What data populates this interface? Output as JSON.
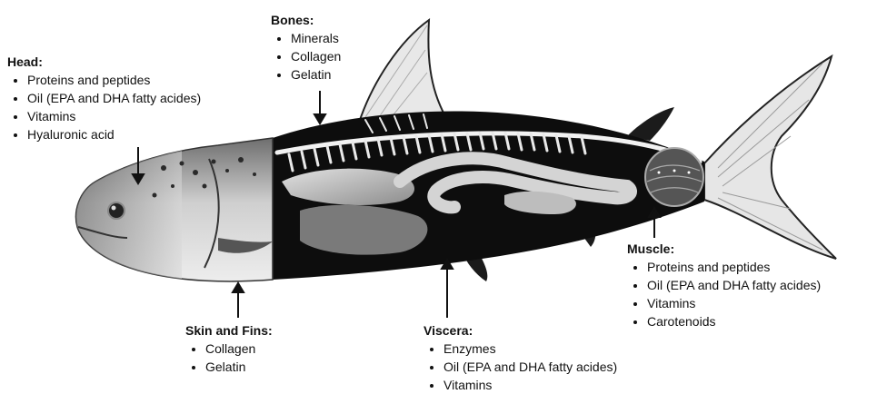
{
  "groups": [
    {
      "id": "head",
      "title": "Head:",
      "items": [
        "Proteins and peptides",
        "Oil (EPA and DHA fatty acides)",
        "Vitamins",
        "Hyaluronic acid"
      ]
    },
    {
      "id": "bones",
      "title": "Bones:",
      "items": [
        "Minerals",
        "Collagen",
        "Gelatin"
      ]
    },
    {
      "id": "muscle",
      "title": "Muscle:",
      "items": [
        "Proteins and peptides",
        "Oil (EPA and DHA fatty acides)",
        "Vitamins",
        "Carotenoids"
      ]
    },
    {
      "id": "skin",
      "title": "Skin and Fins:",
      "items": [
        "Collagen",
        "Gelatin"
      ]
    },
    {
      "id": "viscera",
      "title": "Viscera:",
      "items": [
        "Enzymes",
        "Oil (EPA and DHA fatty acides)",
        "Vitamins"
      ]
    }
  ]
}
